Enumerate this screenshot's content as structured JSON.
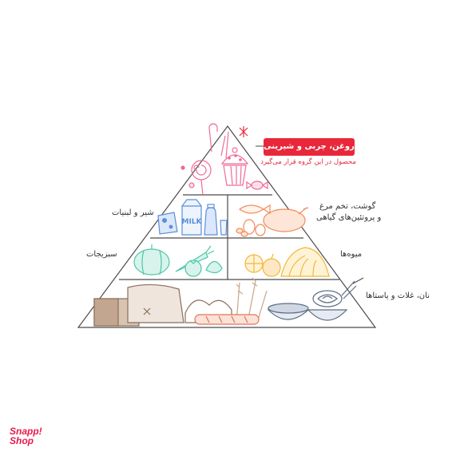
{
  "pyramid": {
    "top": {
      "title": "روغن، چربی و شیرینی",
      "note": "محصول در این گروه قرار می‌گیرد"
    },
    "levels": {
      "dairy": "شیر و لبنیات",
      "protein_line1": "گوشت، تخم مرغ",
      "protein_line2": "و پروتئین‌های گیاهی",
      "vegetables": "سبزیجات",
      "fruits": "میوه‌ها",
      "grains": "نان، غلات و پاستاها"
    },
    "milk_carton_text": "MILK"
  },
  "brand": {
    "line1": "Snapp!",
    "line2": "Shop"
  },
  "colors": {
    "accent": "#e8283a",
    "brand": "#e8194f",
    "line": "#4a4a4a",
    "sweets": "#f06a9a",
    "dairy": "#5b8fd9",
    "protein": "#f08a5a",
    "veg": "#4cc6a8",
    "fruit": "#f4b63a",
    "grain": "#c9a58a"
  }
}
